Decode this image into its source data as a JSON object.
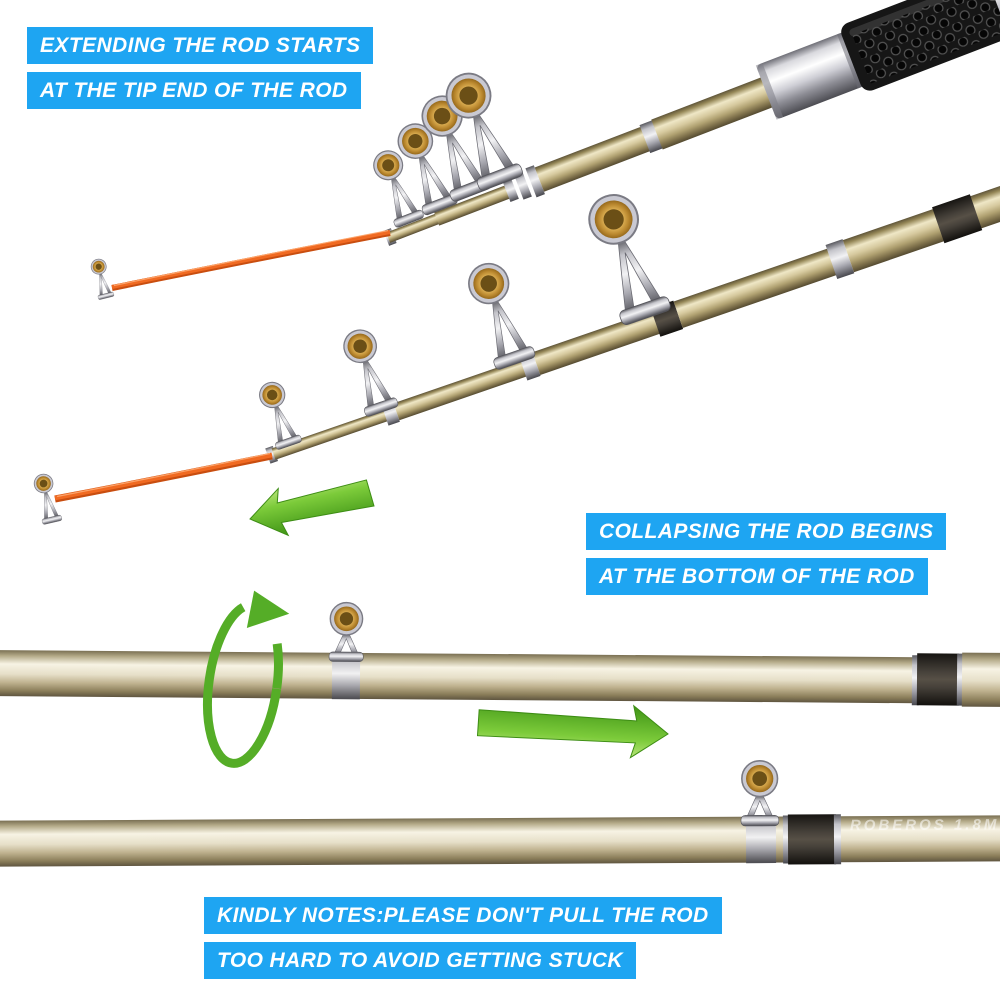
{
  "instructions": {
    "extend_line1": "EXTENDING THE ROD STARTS",
    "extend_line2": "AT THE TIP END OF THE ROD",
    "collapse_line1": "COLLAPSING THE ROD BEGINS",
    "collapse_line2": "AT THE BOTTOM OF THE ROD",
    "notes_line1": "KINDLY NOTES:PLEASE DON'T PULL THE ROD",
    "notes_line2": "TOO HARD TO AVOID GETTING STUCK"
  },
  "watermark": {
    "text": "ROBEROS 1.8M"
  },
  "colors": {
    "banner_blue": "#1ea5f2",
    "arrow_green": "#5cb82b",
    "rod_olive": "#b3a576",
    "rod_champagne": "#ddd5b8",
    "tip_orange": "#e8581a",
    "ring_gold": "#d9a93f"
  }
}
